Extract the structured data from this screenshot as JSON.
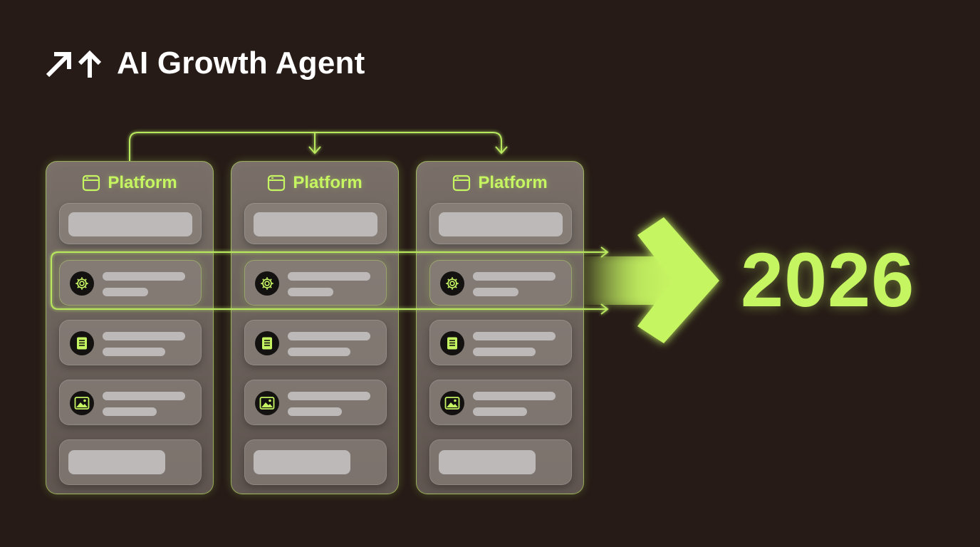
{
  "header": {
    "title": "AI Growth Agent",
    "logo_icon": "growth-arrows-icon"
  },
  "panels": [
    {
      "label": "Platform",
      "icon": "browser-window-icon"
    },
    {
      "label": "Platform",
      "icon": "browser-window-icon"
    },
    {
      "label": "Platform",
      "icon": "browser-window-icon"
    }
  ],
  "card_icons": [
    "gear-icon",
    "document-icon",
    "image-icon"
  ],
  "year": "2026",
  "colors": {
    "background": "#261b17",
    "accent": "#c6f562",
    "panel": "#807670",
    "placeholder": "#bcb9b8",
    "title": "#ffffff"
  }
}
